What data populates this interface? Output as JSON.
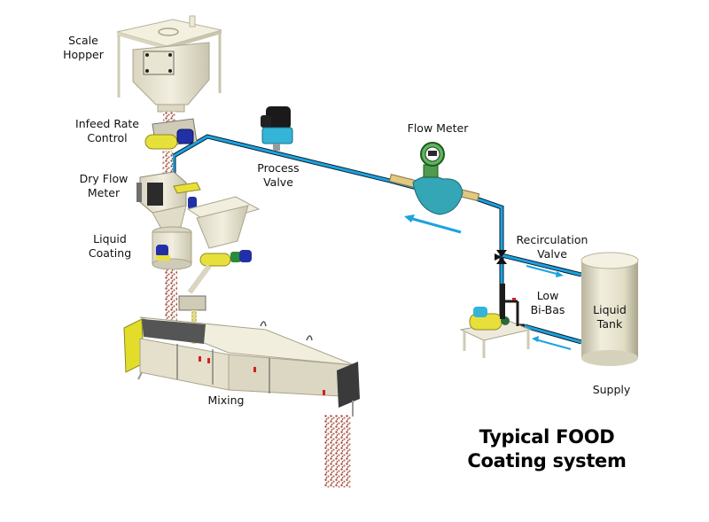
{
  "title": {
    "line1": "Typical FOOD",
    "line2": "Coating system"
  },
  "labels": {
    "scale_hopper": [
      "Scale",
      "Hopper"
    ],
    "infeed_rate_control": [
      "Infeed Rate",
      "Control"
    ],
    "dry_flow_meter": [
      "Dry Flow",
      "Meter"
    ],
    "liquid_coating": [
      "Liquid",
      "Coating"
    ],
    "process_valve": [
      "Process",
      "Valve"
    ],
    "flow_meter": [
      "Flow Meter"
    ],
    "recirculation_valve": [
      "Recirculation",
      "Valve"
    ],
    "low_bi_bas": [
      "Low",
      "Bi-Bas"
    ],
    "liquid_tank": [
      "Liquid",
      "Tank"
    ],
    "supply": [
      "Supply"
    ],
    "mixing": [
      "Mixing"
    ]
  },
  "colors": {
    "pipe": "#1aa3e0",
    "pipe_outline": "#0c1a2a",
    "equipment_body": "#ece9d6",
    "motor_blue": "#2230a8",
    "guard_yellow": "#e8e03a",
    "valve_cyan": "#34b4d6",
    "product_particles": "#a04c3c",
    "tank": "#e6e1cc"
  }
}
